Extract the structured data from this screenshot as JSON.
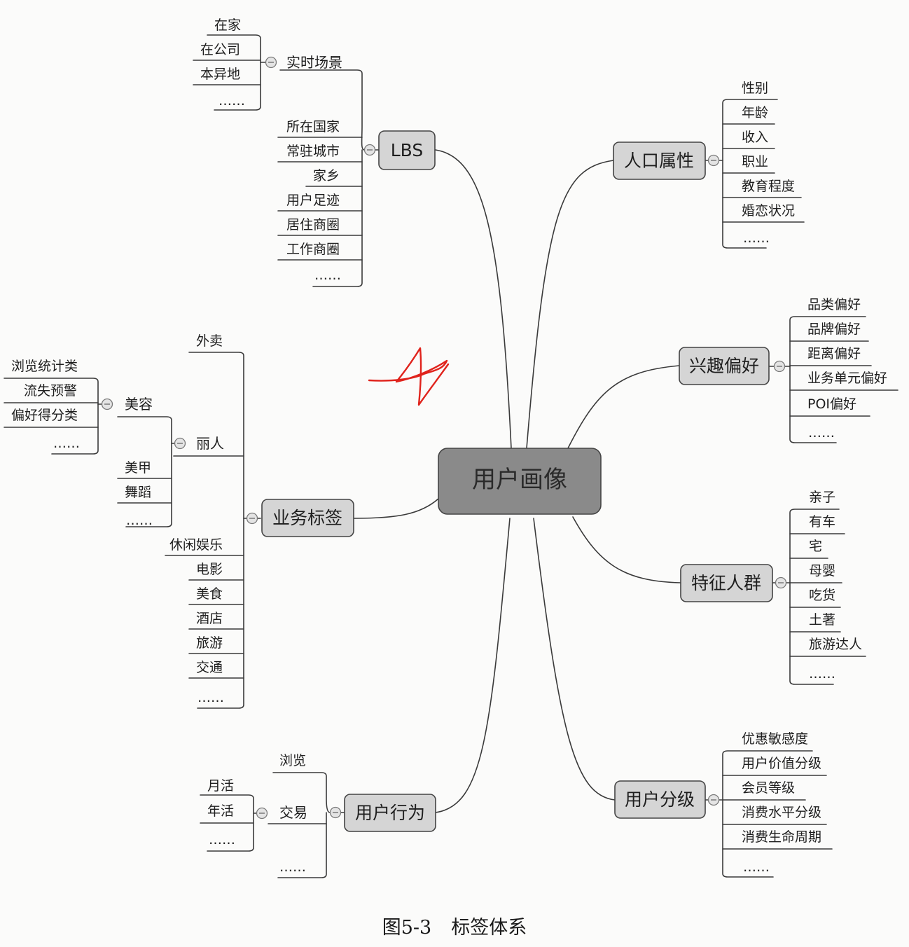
{
  "root": "用户画像",
  "lbs": {
    "label": "LBS",
    "realtime": {
      "label": "实时场景",
      "items": [
        "在家",
        "在公司",
        "本异地",
        "……"
      ]
    },
    "items": [
      "所在国家",
      "常驻城市",
      "家乡",
      "用户足迹",
      "居住商圈",
      "工作商圈",
      "……"
    ]
  },
  "demographic": {
    "label": "人口属性",
    "items": [
      "性别",
      "年龄",
      "收入",
      "职业",
      "教育程度",
      "婚恋状况",
      "……"
    ]
  },
  "interest": {
    "label": "兴趣偏好",
    "items": [
      "品类偏好",
      "品牌偏好",
      "距离偏好",
      "业务单元偏好",
      "POI偏好",
      "……"
    ]
  },
  "business": {
    "label": "业务标签",
    "takeout": "外卖",
    "beauty_group": {
      "label": "丽人",
      "beauty": {
        "label": "美容",
        "items": [
          "浏览统计类",
          "流失预警",
          "偏好得分类",
          "……"
        ]
      },
      "items": [
        "美甲",
        "舞蹈",
        "……"
      ]
    },
    "items": [
      "休闲娱乐",
      "电影",
      "美食",
      "酒店",
      "旅游",
      "交通",
      "……"
    ]
  },
  "crowd": {
    "label": "特征人群",
    "items": [
      "亲子",
      "有车",
      "宅",
      "母婴",
      "吃货",
      "土著",
      "旅游达人",
      "……"
    ]
  },
  "behavior": {
    "label": "用户行为",
    "browse": "浏览",
    "trade": {
      "label": "交易",
      "items": [
        "月活",
        "年活",
        "……"
      ]
    },
    "more": "……"
  },
  "grade": {
    "label": "用户分级",
    "items": [
      "优惠敏感度",
      "用户价值分级",
      "会员等级",
      "消费水平分级",
      "消费生命周期",
      "……"
    ]
  },
  "caption": {
    "figure": "图5-3",
    "title": "标签体系"
  },
  "colors": {
    "box": "#d5d5d5",
    "root": "#8a8a8a",
    "line": "#333333",
    "annotation": "#e0231c"
  }
}
